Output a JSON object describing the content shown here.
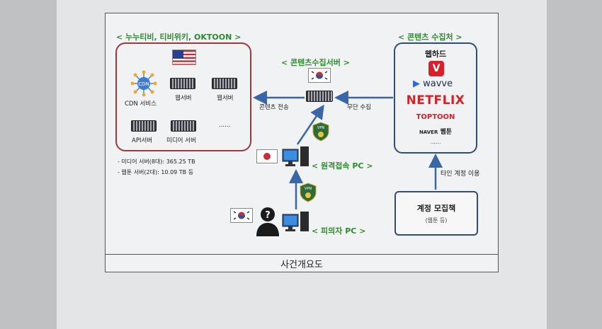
{
  "caption": "사건개요도",
  "cdn_group": {
    "title": "< 누누티비, 티비위키, OKTOON >",
    "cdn_label": "CDN 서비스",
    "cdn_icon_text": "CDN",
    "web_server_1": "웹서버",
    "web_server_2": "웹서버",
    "api_server": "API서버",
    "media_server": "미디어 서버",
    "ellipsis": "......"
  },
  "storage": {
    "media": "- 미디어 서버(8대): 365.25 TB",
    "webtoon": "- 웹툰 서버(2대): 10.09 TB 등"
  },
  "collection_server": {
    "title": "< 콘텐츠수집서버 >",
    "send_label": "콘텐츠 전송",
    "collect_label": "무단 수집"
  },
  "sources": {
    "title": "< 콘텐츠 수집처 >",
    "items": [
      "웹하드",
      "wavve",
      "NETFLIX",
      "TOPTOON",
      "NAVER",
      "웹툰",
      "......"
    ]
  },
  "remote_pc": {
    "label": "< 원격접속 PC >"
  },
  "suspect_pc": {
    "label": "< 피의자 PC >"
  },
  "vpn": {
    "label": "VPN"
  },
  "recruit": {
    "arrow_label": "타인 계정 이용",
    "title": "계정 모집책",
    "subtitle": "(웹툰 등)"
  },
  "colors": {
    "green": "#2e8b2e",
    "red": "#a0393c",
    "blue": "#2d4e7a",
    "arrow": "#3a66a8"
  }
}
